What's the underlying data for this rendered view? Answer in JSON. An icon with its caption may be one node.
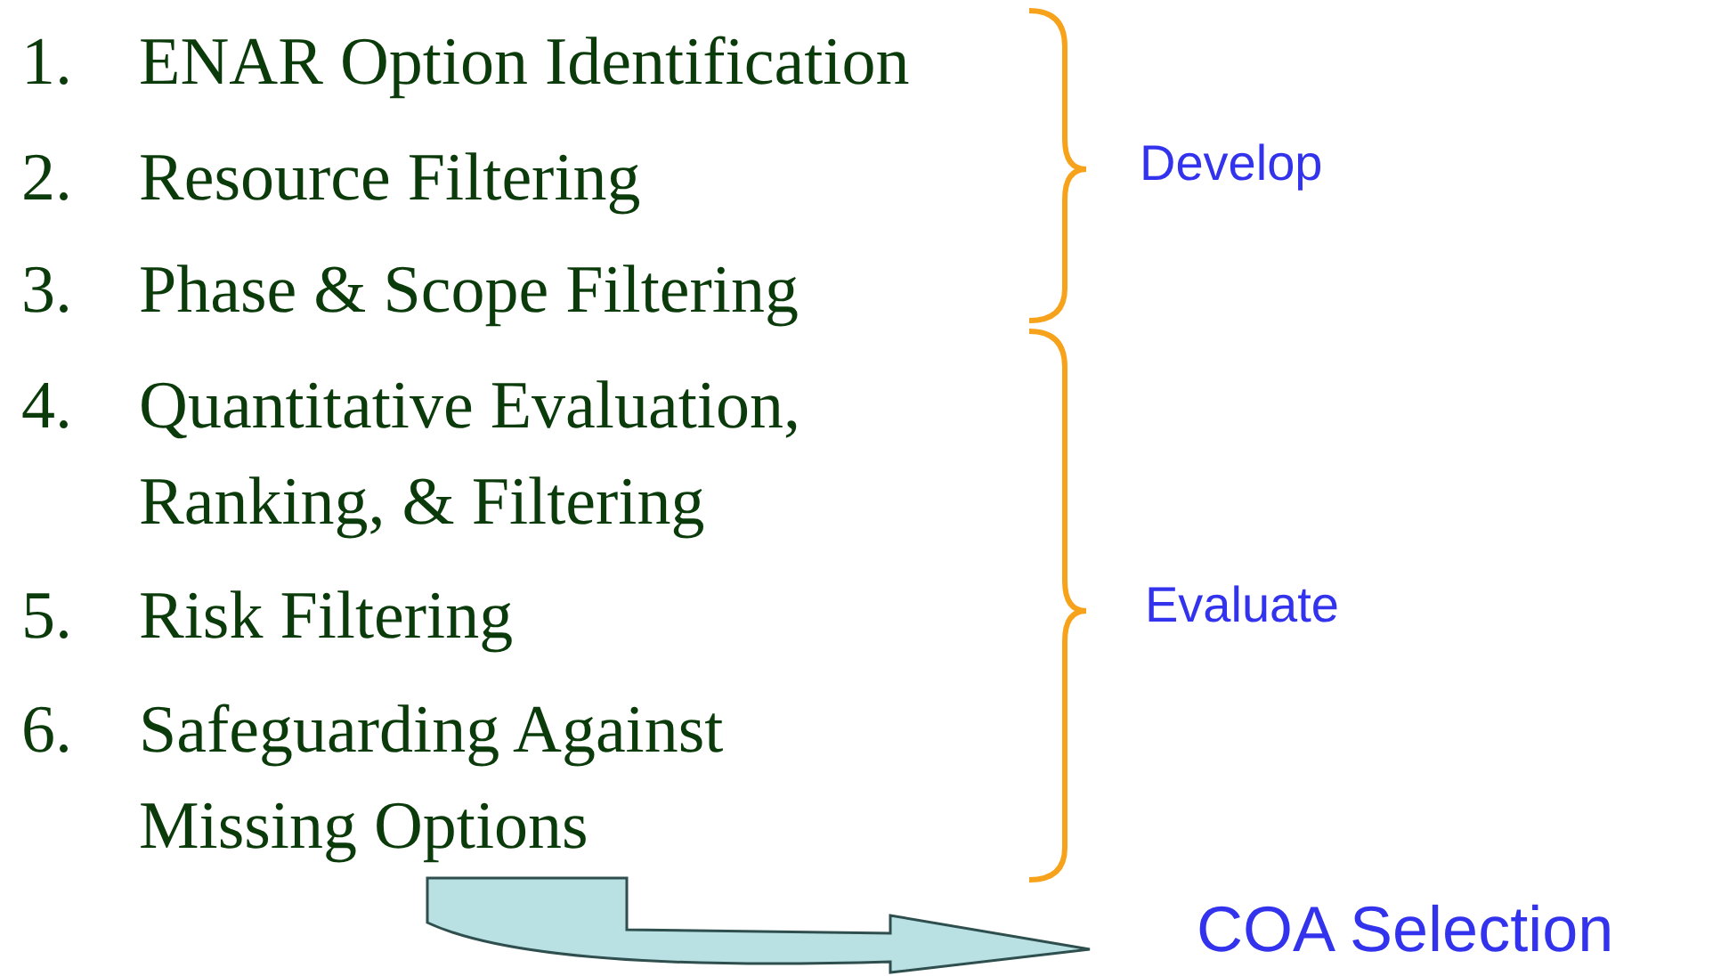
{
  "diagram": {
    "nodes": [
      {
        "text": [
          "6.",
          "Safeguarding Against Missing Options"
        ]
      },
      {
        "text": [
          "COA Selection"
        ]
      }
    ],
    "edges": [
      {
        "from": 0,
        "to": 1,
        "arrow": "to"
      }
    ],
    "labels": [
      "1.",
      "ENAR Option Identification",
      "2.",
      "Resource Filtering",
      "3.",
      "Phase & Scope Filtering",
      "Develop",
      "4.",
      "Quantitative Evaluation, Ranking, & Filtering",
      "5.",
      "Risk Filtering",
      "Evaluate"
    ]
  }
}
